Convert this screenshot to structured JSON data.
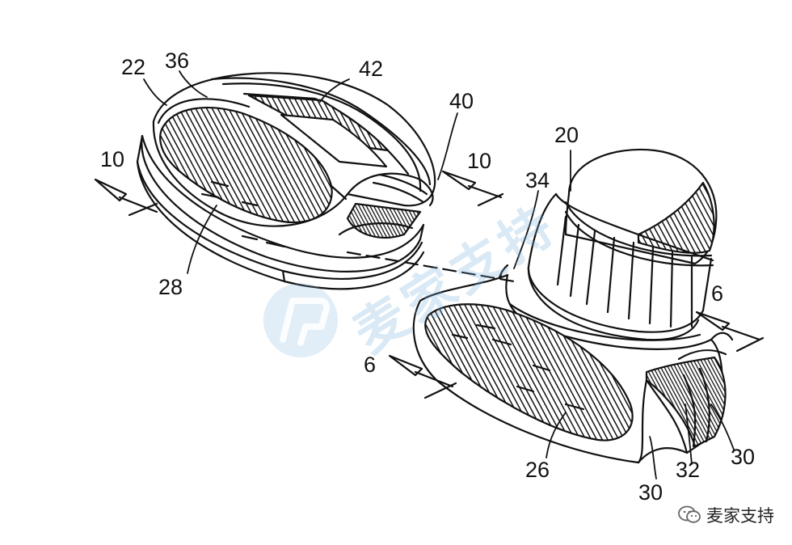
{
  "refs": {
    "r22": "22",
    "r36": "36",
    "r42": "42",
    "r40": "40",
    "r10_left": "10",
    "r10_right": "10",
    "r20": "20",
    "r34": "34",
    "r28": "28",
    "r6_right": "6",
    "r6_left": "6",
    "r26": "26",
    "r30_bottom": "30",
    "r32": "32",
    "r30_right": "30"
  },
  "watermark": {
    "text": "麦家支持"
  },
  "corner_badge": {
    "text": "麦家支持",
    "icon": "wechat-icon"
  },
  "colors": {
    "ink": "#111111",
    "watermark": "#78afdc"
  }
}
